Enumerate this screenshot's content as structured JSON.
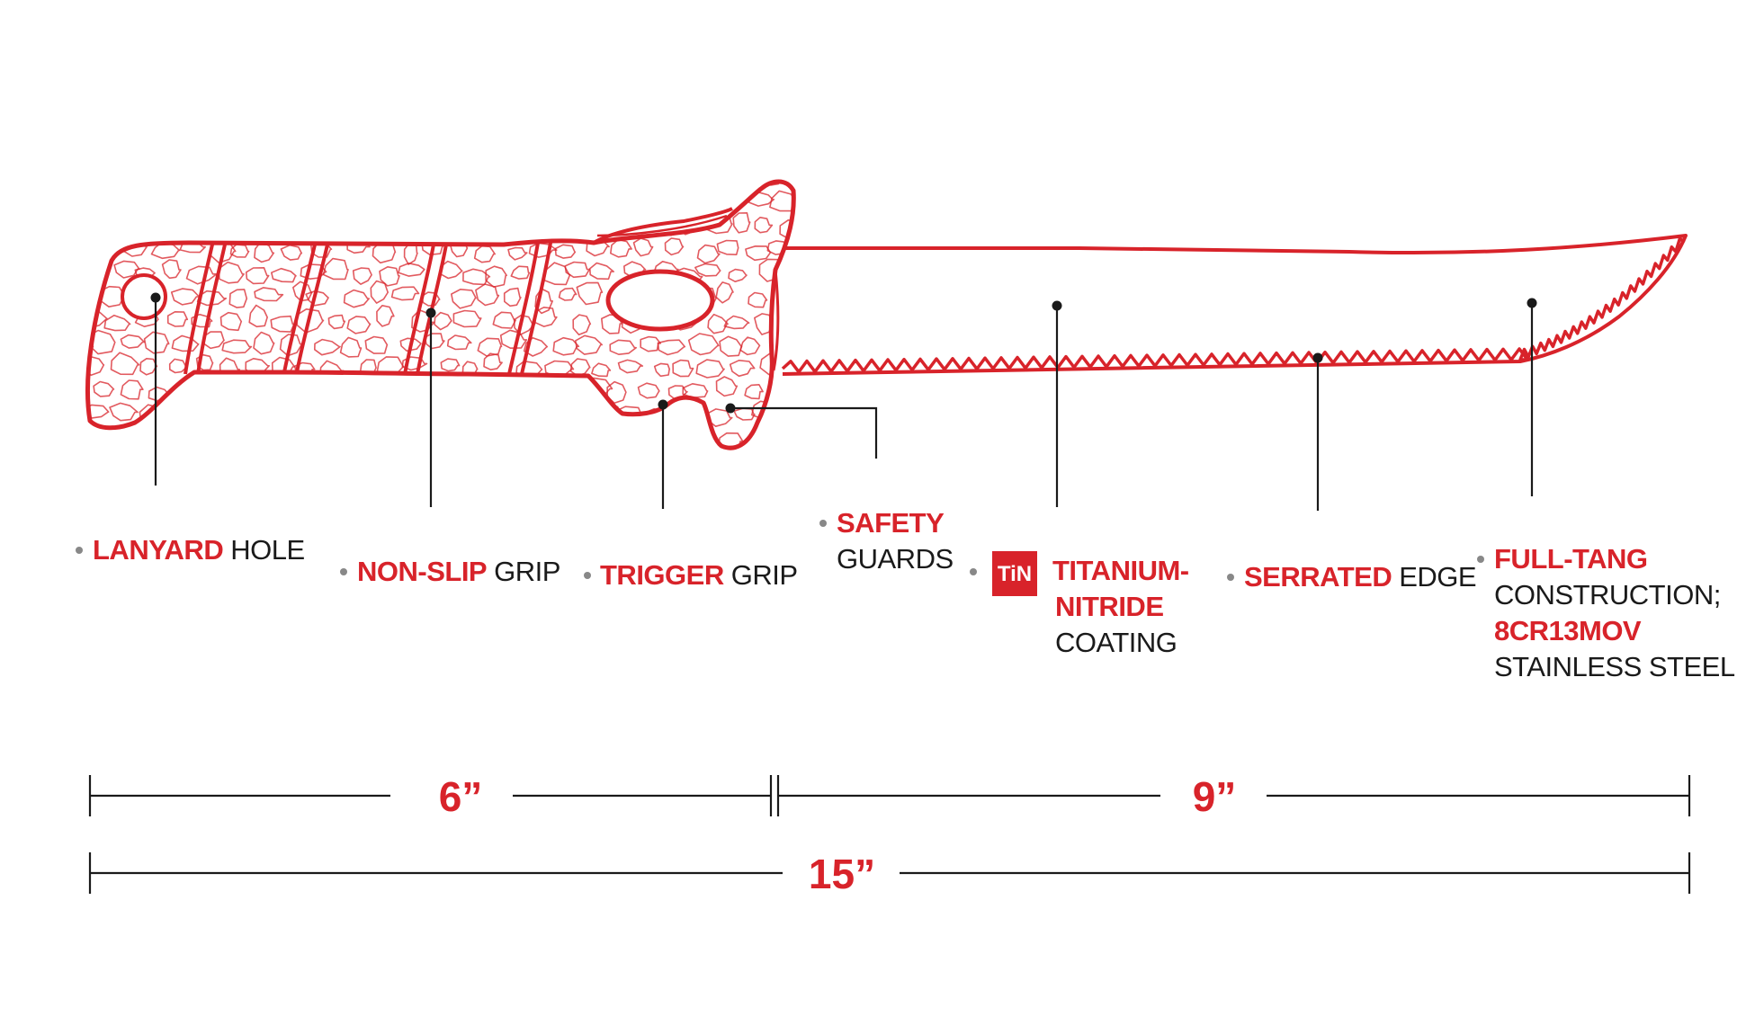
{
  "colors": {
    "accent": "#d8232a",
    "text": "#1a1a1a",
    "background": "#ffffff"
  },
  "features": [
    {
      "id": "lanyard",
      "red": "LANYARD",
      "dark": "HOLE"
    },
    {
      "id": "nonslip",
      "red": "NON-SLIP",
      "dark": "GRIP"
    },
    {
      "id": "trigger",
      "red": "TRIGGER",
      "dark": "GRIP"
    },
    {
      "id": "safety",
      "line1_red": "SAFETY",
      "line2_dark": "GUARDS"
    },
    {
      "id": "coating",
      "badge": "TiN",
      "line1_red": "TITANIUM-",
      "line2_red": "NITRIDE",
      "line3_dark": "COATING"
    },
    {
      "id": "serrated",
      "red": "SERRATED",
      "dark": "EDGE"
    },
    {
      "id": "fulltang",
      "line1_red": "FULL-TANG",
      "line2_dark": "CONSTRUCTION;",
      "line3_red": "8CR13MOV",
      "line4_dark": "STAINLESS STEEL"
    }
  ],
  "dimensions": {
    "handle": "6”",
    "blade": "9”",
    "overall": "15”"
  },
  "icons": [
    "lanyard-hole-icon",
    "tin-badge-icon"
  ]
}
